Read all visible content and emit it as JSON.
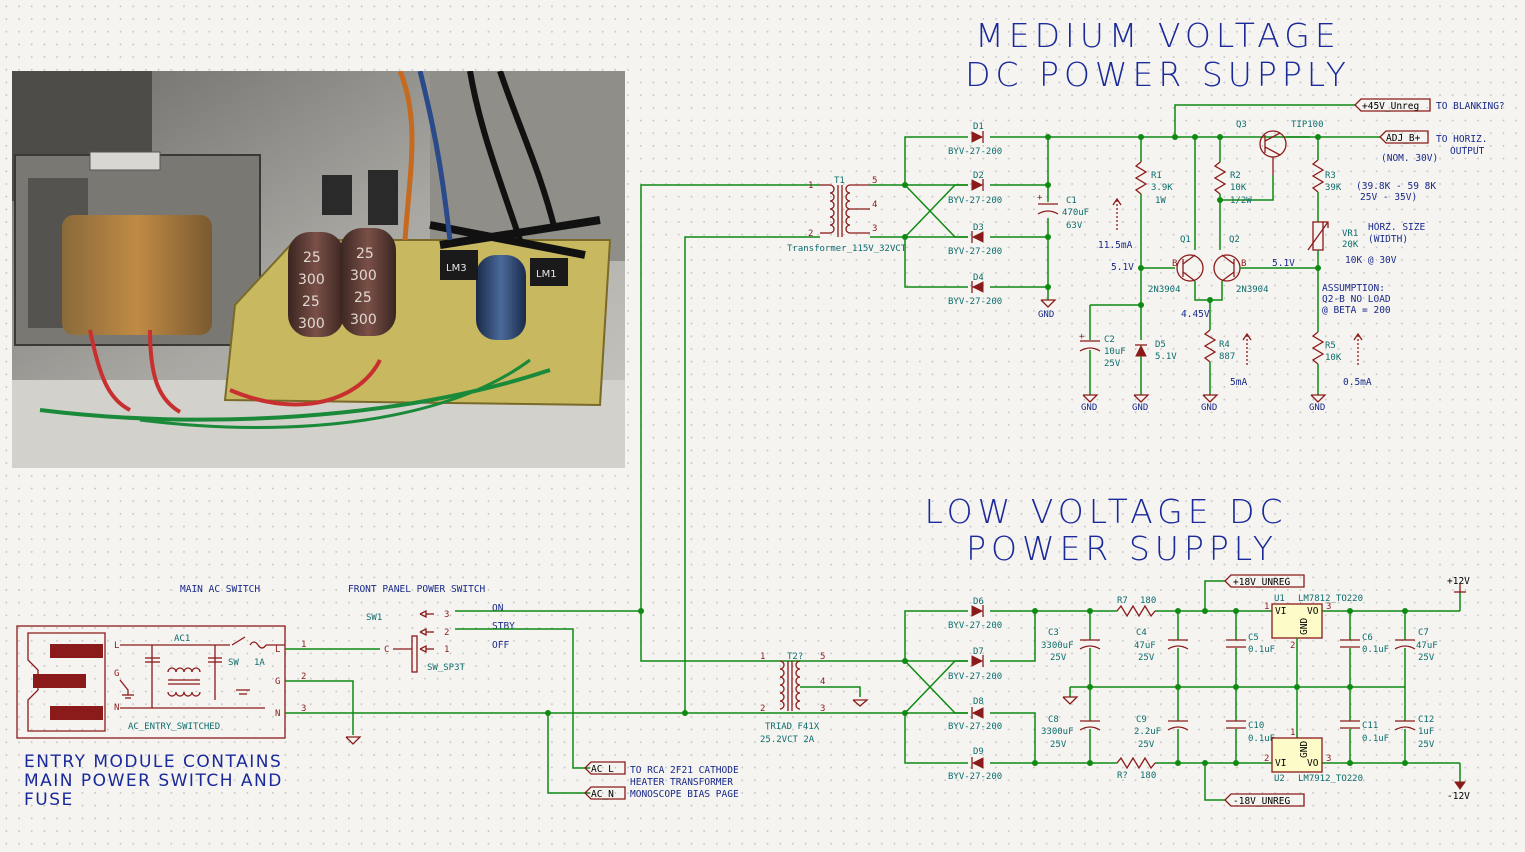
{
  "titles": {
    "mv_line1": "MEDIUM VOLTAGE",
    "mv_line2": "DC POWER SUPPLY",
    "lv_line1": "LOW VOLTAGE DC",
    "lv_line2": "POWER SUPPLY"
  },
  "photo": {
    "markings": [
      "25",
      "300",
      "25",
      "300",
      "25",
      "300",
      "25",
      "300",
      "LM3",
      "LM1"
    ]
  },
  "mv": {
    "transformer": {
      "ref": "T1",
      "value": "Transformer_115V_32VCT",
      "pins": [
        "1",
        "2",
        "5",
        "4",
        "3"
      ]
    },
    "diodes": [
      {
        "ref": "D1",
        "value": "BYV-27-200"
      },
      {
        "ref": "D2",
        "value": "BYV-27-200"
      },
      {
        "ref": "D3",
        "value": "BYV-27-200"
      },
      {
        "ref": "D4",
        "value": "BYV-27-200"
      }
    ],
    "c1": {
      "ref": "C1",
      "value": "470uF",
      "rating": "63V"
    },
    "q3": {
      "ref": "Q3",
      "value": "TIP100"
    },
    "r1": {
      "ref": "R1",
      "value": "3.9K",
      "rating": "1W"
    },
    "r2": {
      "ref": "R2",
      "value": "10K",
      "rating": "1/2W"
    },
    "r3": {
      "ref": "R3",
      "value": "39K",
      "note": [
        "(39.8K - 59 8K",
        "25V - 35V)"
      ]
    },
    "vr1": {
      "ref": "VR1",
      "value": "20K",
      "note": [
        "HORZ. SIZE",
        "(WIDTH)"
      ],
      "setting": "10K @ 30V"
    },
    "q1": {
      "ref": "Q1",
      "value": "2N3904"
    },
    "q2": {
      "ref": "Q2",
      "value": "2N3904"
    },
    "c2": {
      "ref": "C2",
      "value": "10uF",
      "rating": "25V"
    },
    "d5": {
      "ref": "D5",
      "value": "5.1V"
    },
    "r4": {
      "ref": "R4",
      "value": "887"
    },
    "r5": {
      "ref": "R5",
      "value": "10K"
    },
    "currents": {
      "i_r1": "11.5mA",
      "i_r4": "5mA",
      "i_r5": "0.5mA"
    },
    "voltages": {
      "v_q1b": "5.1V",
      "v_q2b": "5.1V",
      "v_emit": "4.45V"
    },
    "assumption": [
      "ASSUMPTION:",
      "Q2-B NO LOAD",
      "@ BETA = 200"
    ],
    "labels": {
      "unreg45": "+45V_Unreg",
      "to_blank": "TO BLANKING?",
      "adjb": "ADJ_B+",
      "to_horiz": [
        "TO HORIZ.",
        "OUTPUT"
      ],
      "nom": "(NOM. 30V)"
    },
    "gnd": "GND"
  },
  "ac": {
    "main_switch": "MAIN AC SWITCH",
    "front_switch": "FRONT PANEL POWER SWITCH",
    "ac1": {
      "ref": "AC1",
      "value": "AC_ENTRY_SWITCHED",
      "fuse": "1A",
      "sw": "SW",
      "pin_l": "L",
      "pin_g": "G",
      "pin_n": "N"
    },
    "sw1": {
      "ref": "SW1",
      "value": "SW_SP3T",
      "on": "ON",
      "stby": "STBY",
      "off": "OFF",
      "c": "C"
    },
    "entry_note": [
      "ENTRY MODULE CONTAINS",
      "MAIN POWER SWITCH AND",
      "FUSE"
    ],
    "acl": "AC_L",
    "acn": "AC_N",
    "rca_note": [
      "TO RCA 2F21 CATHODE",
      "HEATER TRANSFORMER",
      "MONOSCOPE BIAS PAGE"
    ]
  },
  "lv": {
    "transformer": {
      "ref": "T2?",
      "value": "TRIAD F41X",
      "rating": "25.2VCT 2A"
    },
    "diodes": [
      {
        "ref": "D6",
        "value": "BYV-27-200"
      },
      {
        "ref": "D7",
        "value": "BYV-27-200"
      },
      {
        "ref": "D8",
        "value": "BYV-27-200"
      },
      {
        "ref": "D9",
        "value": "BYV-27-200"
      }
    ],
    "c3": {
      "ref": "C3",
      "value": "3300uF",
      "rating": "25V"
    },
    "c4": {
      "ref": "C4",
      "value": "47uF",
      "rating": "25V"
    },
    "c5": {
      "ref": "C5",
      "value": "0.1uF"
    },
    "c6": {
      "ref": "C6",
      "value": "0.1uF"
    },
    "c7": {
      "ref": "C7",
      "value": "47uF",
      "rating": "25V"
    },
    "c8": {
      "ref": "C8",
      "value": "3300uF",
      "rating": "25V"
    },
    "c9": {
      "ref": "C9",
      "value": "2.2uF",
      "rating": "25V"
    },
    "c10": {
      "ref": "C10",
      "value": "0.1uF"
    },
    "c11": {
      "ref": "C11",
      "value": "0.1uF"
    },
    "c12": {
      "ref": "C12",
      "value": "1uF",
      "rating": "25V"
    },
    "r7a": {
      "ref": "R7",
      "value": "180"
    },
    "r7b": {
      "ref": "R?",
      "value": "180"
    },
    "u1": {
      "ref": "U1",
      "value": "LM7812_TO220",
      "vi": "VI",
      "vo": "VO",
      "gnd": "GND"
    },
    "u2": {
      "ref": "U2",
      "value": "LM7912_TO220",
      "vi": "VI",
      "vo": "VO",
      "gnd": "GND"
    },
    "p18": "+18V_UNREG",
    "m18": "-18V_UNREG",
    "p12": "+12V",
    "m12": "-12V"
  }
}
